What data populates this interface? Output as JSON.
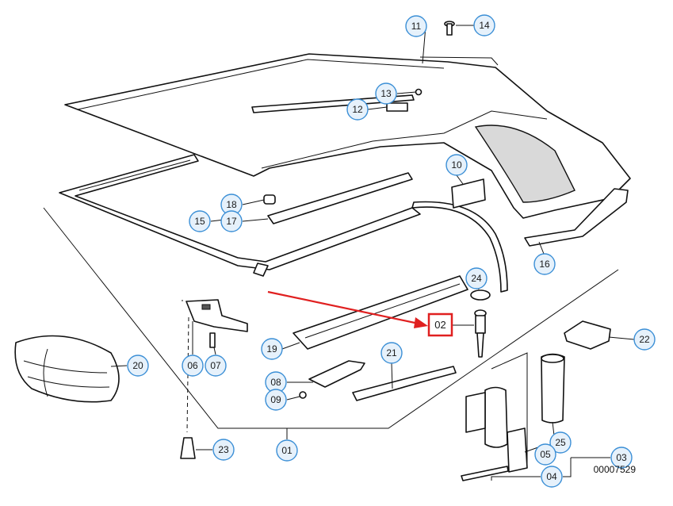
{
  "diagram": {
    "code": "00007529",
    "callouts": {
      "c01": "01",
      "c02": "02",
      "c03": "03",
      "c04": "04",
      "c05": "05",
      "c06": "06",
      "c07": "07",
      "c08": "08",
      "c09": "09",
      "c10": "10",
      "c11": "11",
      "c12": "12",
      "c13": "13",
      "c14": "14",
      "c15": "15",
      "c16": "16",
      "c17": "17",
      "c18": "18",
      "c19": "19",
      "c20": "20",
      "c21": "21",
      "c22": "22",
      "c23": "23",
      "c24": "24",
      "c25": "25"
    },
    "colors": {
      "callout_stroke": "#3b8fd6",
      "callout_fill": "#e6f1fb",
      "highlight": "#e02020",
      "arrow": "#e02020"
    }
  }
}
